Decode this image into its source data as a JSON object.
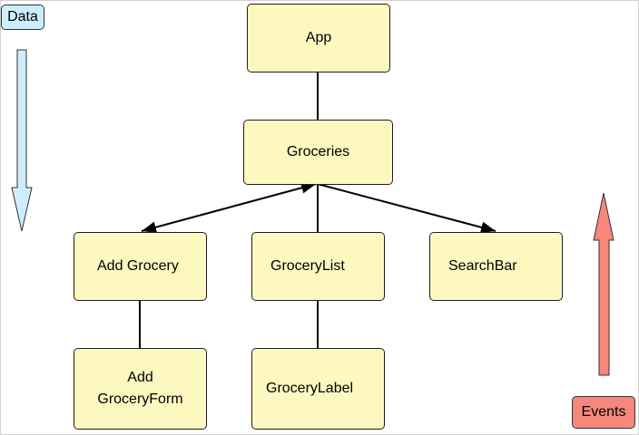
{
  "diagram": {
    "nodes": {
      "app": "App",
      "groceries": "Groceries",
      "add_grocery": "Add Grocery",
      "grocery_list": "GroceryList",
      "search_bar": "SearchBar",
      "add_grocery_form_line1": "Add",
      "add_grocery_form_line2": "GroceryForm",
      "grocery_label": "GroceryLabel"
    },
    "flows": {
      "data_label": "Data",
      "events_label": "Events"
    }
  },
  "colors": {
    "node_fill": "#fdf8c0",
    "data_fill": "#cdeefc",
    "events_fill": "#f7877d",
    "edge": "#000000"
  }
}
